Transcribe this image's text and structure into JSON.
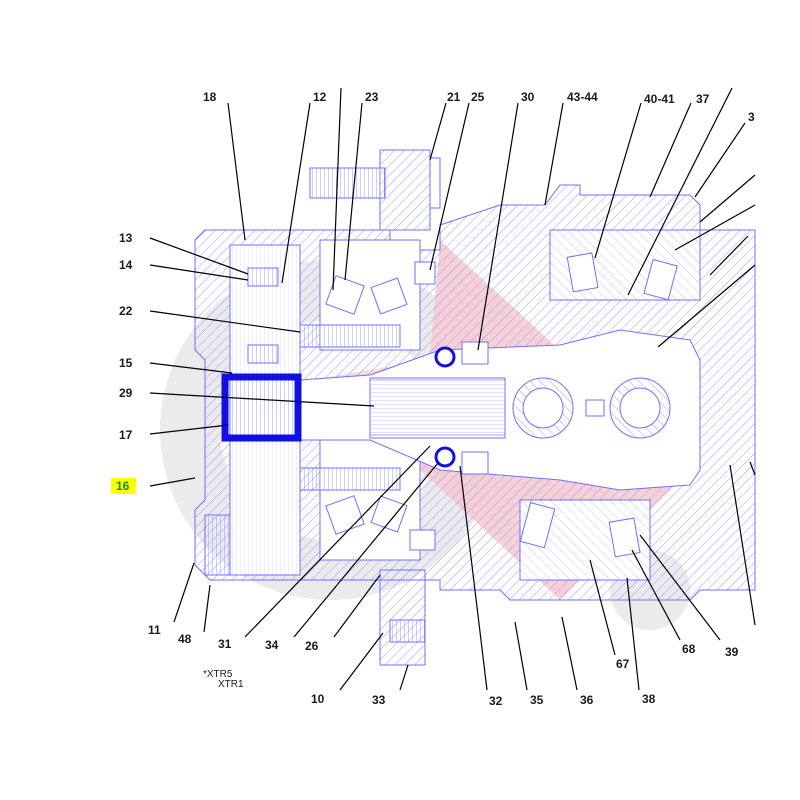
{
  "colors": {
    "line": "#6f70ff",
    "hatch": "#9a9cff",
    "highlight_outline": "#1010e0",
    "leader": "#000000",
    "watermark_gray": "#e6e6ea",
    "watermark_red": "#f7c9cf",
    "label_highlight": "#ffff00",
    "label_highlight_text": "#1a8a1a"
  },
  "labels": {
    "l18": "18",
    "l12": "12",
    "l23": "23",
    "l21": "21",
    "l25": "25",
    "l30": "30",
    "l4344": "43-44",
    "l4041": "40-41",
    "l37": "37",
    "l3": "3",
    "l13": "13",
    "l14": "14",
    "l22": "22",
    "l15": "15",
    "l29": "29",
    "l17": "17",
    "l16": "16",
    "l11": "11",
    "l48": "48",
    "l31": "31",
    "l34": "34",
    "l26": "26",
    "l10": "10",
    "l33": "33",
    "l32": "32",
    "l35": "35",
    "l36": "36",
    "l67": "67",
    "l38": "38",
    "l68": "68",
    "l39": "39"
  },
  "notes": {
    "n1": "*XTR5",
    "n2": "XTR1"
  },
  "highlighted_callout": "16"
}
